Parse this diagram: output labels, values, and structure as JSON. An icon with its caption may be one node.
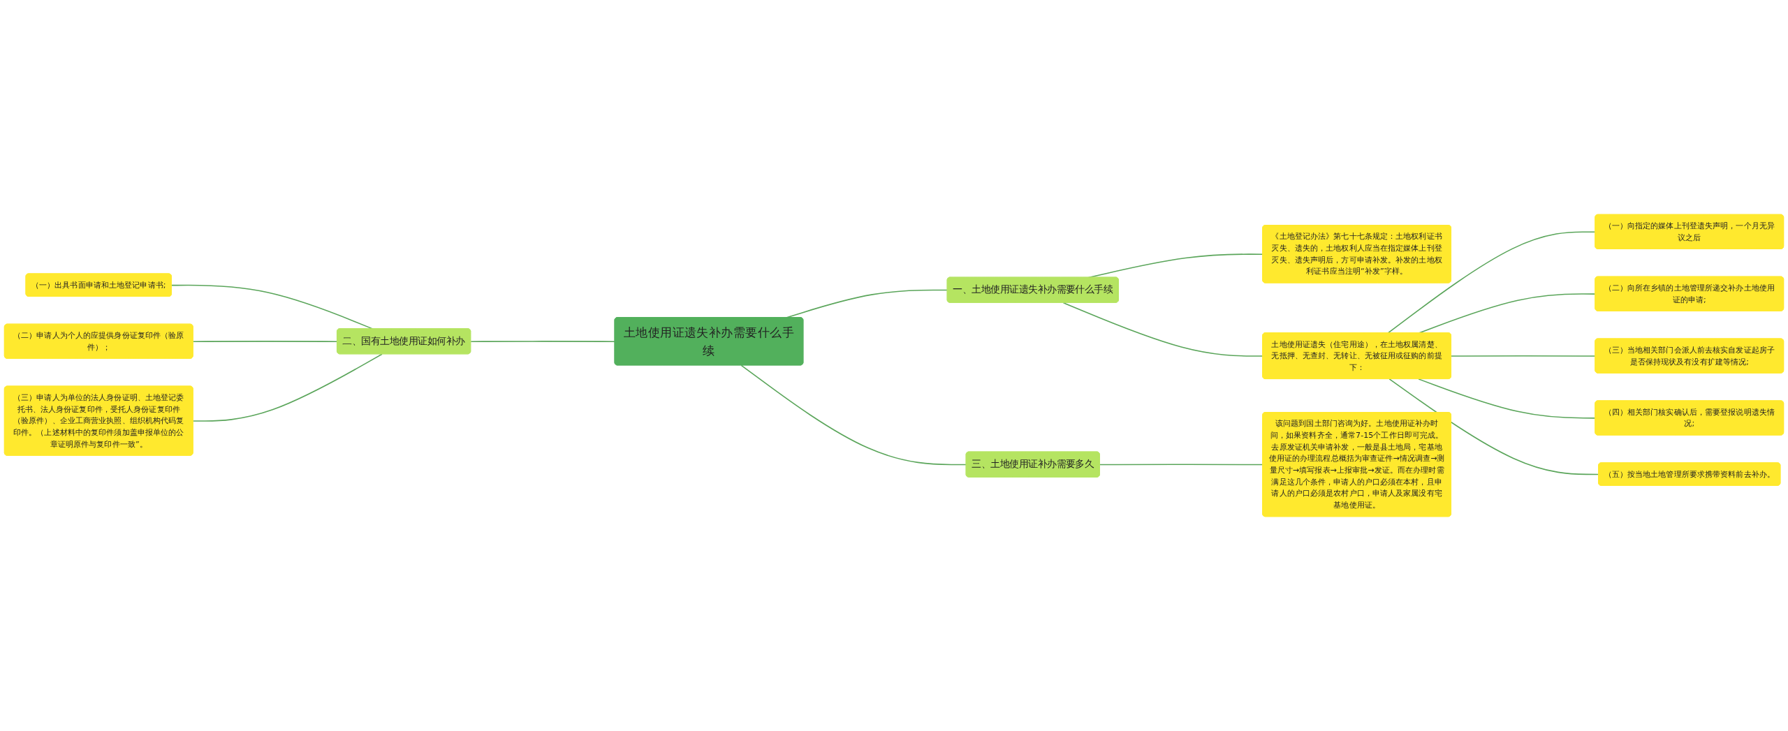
{
  "diagram": {
    "nodes": [
      {
        "text": [
          "土地使用证遗失补办需要什么手续"
        ]
      },
      {
        "text": [
          "一、土地使用证遗失补办需要什么手续"
        ]
      },
      {
        "text": [
          "《土地登记办法》第七十七条规定：土地权利证书灭失、遗失的，土地权利人应当在指定媒体上刊登灭失、遗失声明后，方可申请补发。补发的土地权利证书应当注明“补发”字样。"
        ]
      },
      {
        "text": [
          "土地使用证遗失（住宅用途），在土地权属清楚、无抵押、无查封、无转让、无被征用或征购的前提下："
        ]
      },
      {
        "text": [
          "（一）向指定的媒体上刊登遗失声明，一个月无异议之后"
        ]
      },
      {
        "text": [
          "（二）向所在乡镇的土地管理所递交补办土地使用证的申请;"
        ]
      },
      {
        "text": [
          "（三）当地相关部门会派人前去核实自发证起房子是否保持现状及有没有扩建等情况;"
        ]
      },
      {
        "text": [
          "（四）相关部门核实确认后，需要登报说明遗失情况;"
        ]
      },
      {
        "text": [
          "（五）按当地土地管理所要求携带资料前去补办。"
        ]
      },
      {
        "text": [
          "二、国有土地使用证如何补办"
        ]
      },
      {
        "text": [
          "（一）出具书面申请和土地登记申请书;"
        ]
      },
      {
        "text": [
          "（二）申请人为个人的应提供身份证复印件（验原件）；"
        ]
      },
      {
        "text": [
          "（三）申请人为单位的法人身份证明、土地登记委托书、法人身份证复印件，受托人身份证复印件（验原件）、企业工商营业执照、组织机构代码复印件。（上述材料中的复印件须加盖申报单位的公章证明原件与复印件一致”。"
        ]
      },
      {
        "text": [
          "三、土地使用证补办需要多久"
        ]
      },
      {
        "text": [
          "该问题到国土部门咨询为好。土地使用证补办时间，如果资料齐全，通常7-15个工作日即可完成。去原发证机关申请补发，一般是县土地局，宅基地使用证的办理流程总概括为审查证件→情况调查→测量尺寸→填写报表→上报审批→发证。而在办理时需满足这几个条件，申请人的户口必须在本村，且申请人的户口必须是农村户口，申请人及家属没有宅基地使用证。"
        ]
      }
    ],
    "edges": [
      {
        "from": 0,
        "to": 1,
        "arrow": "none"
      },
      {
        "from": 1,
        "to": 2,
        "arrow": "none"
      },
      {
        "from": 1,
        "to": 3,
        "arrow": "none"
      },
      {
        "from": 3,
        "to": 4,
        "arrow": "none"
      },
      {
        "from": 3,
        "to": 5,
        "arrow": "none"
      },
      {
        "from": 3,
        "to": 6,
        "arrow": "none"
      },
      {
        "from": 3,
        "to": 7,
        "arrow": "none"
      },
      {
        "from": 3,
        "to": 8,
        "arrow": "none"
      },
      {
        "from": 10,
        "to": 9,
        "arrow": "none"
      },
      {
        "from": 11,
        "to": 9,
        "arrow": "none"
      },
      {
        "from": 12,
        "to": 9,
        "arrow": "none"
      },
      {
        "from": 9,
        "to": 0,
        "arrow": "none"
      },
      {
        "from": 0,
        "to": 13,
        "arrow": "none"
      },
      {
        "from": 13,
        "to": 14,
        "arrow": "none"
      }
    ]
  }
}
